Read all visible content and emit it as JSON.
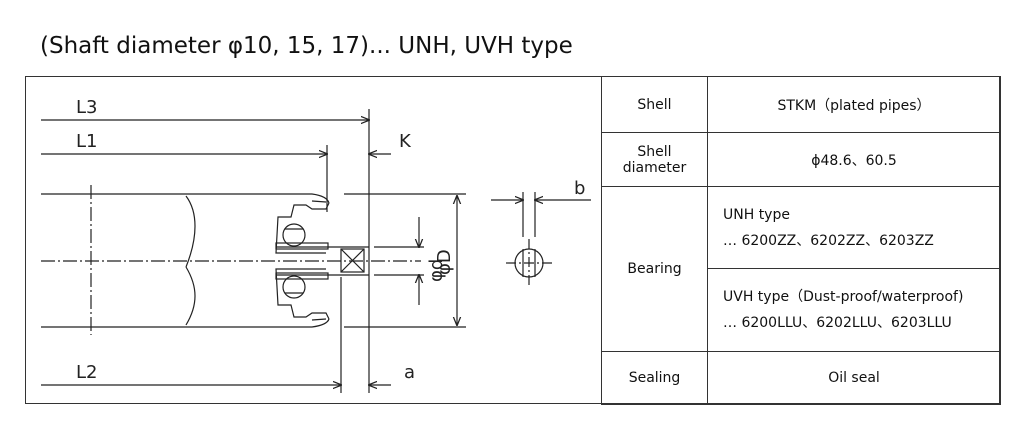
{
  "title": "(Shaft diameter φ10, 15, 17)... UNH, UVH type",
  "diagram": {
    "labels": {
      "L3": "L3",
      "L1": "L1",
      "K": "K",
      "b": "b",
      "D": "φD",
      "d": "φd",
      "L2": "L2",
      "a": "a"
    }
  },
  "spec": {
    "shell": {
      "label": "Shell",
      "value": "STKM（plated pipes）"
    },
    "shell_diameter": {
      "label_line1": "Shell",
      "label_line2": "diameter",
      "value": "ϕ48.6、60.5"
    },
    "bearing": {
      "label": "Bearing",
      "unh_title": "UNH type",
      "unh_models": "… 6200ZZ、6202ZZ、6203ZZ",
      "uvh_title": "UVH type（Dust-proof/waterproof)",
      "uvh_models": "… 6200LLU、6202LLU、6203LLU"
    },
    "sealing": {
      "label": "Sealing",
      "value": "Oil seal"
    }
  },
  "colors": {
    "line": "#222222",
    "background": "#ffffff"
  }
}
